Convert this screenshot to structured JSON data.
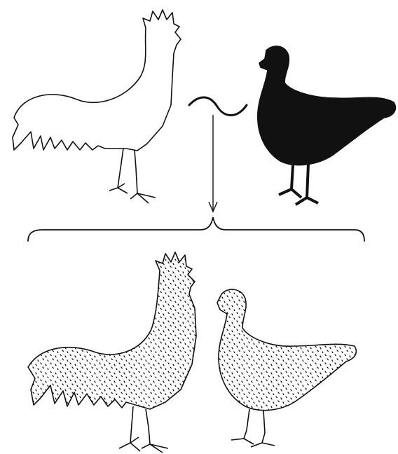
{
  "diagram": {
    "type": "genetics-cross",
    "parents": [
      {
        "role": "father",
        "figure": "rooster-icon",
        "fill": "white"
      },
      {
        "role": "mother",
        "figure": "hen-icon",
        "fill": "black"
      }
    ],
    "offspring": [
      {
        "role": "male-offspring",
        "figure": "rooster-icon",
        "fill": "speckled"
      },
      {
        "role": "female-offspring",
        "figure": "hen-icon",
        "fill": "speckled"
      }
    ],
    "symbols": [
      "cross-symbol",
      "down-arrow-icon",
      "brace"
    ]
  },
  "colors": {
    "background": "#ffffff",
    "ink": "#111111",
    "white_fill": "#ffffff",
    "black_fill": "#111111"
  }
}
